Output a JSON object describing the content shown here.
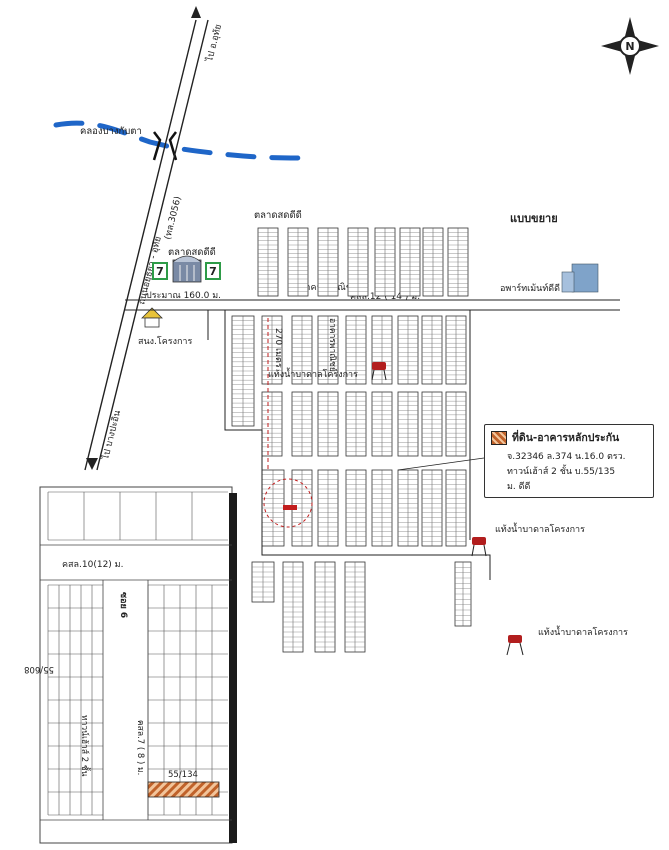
{
  "compass": {
    "letter": "N"
  },
  "roads": {
    "north_direction": "ไป อ.อุทัย",
    "south_direction": "ไป บางปะอิน",
    "highway_name": "ถนนอยุธยา - อุทัย",
    "highway_code": "(ทล.3056)",
    "main_soi": "คสล.12 ( 14 ) ม.",
    "soi_6": "ซอย 6"
  },
  "canal": {
    "label": "คลองบางกับตา"
  },
  "landmarks": {
    "market_top": "ตลาดสดดีดี",
    "market_left": "ตลาดสดดีดี",
    "extension": "แบบขยาย",
    "apartment": "อพาร์ทเม้นท์ดีดี",
    "office": "สนง.โครงการ",
    "commercial": "อาคารพาณิชย์",
    "distance_label": "ประมาณ 160.0 ม.",
    "distance_vertical": "270 เมตร",
    "water_tank_1": "แท้งน้ำบาดาลโครงการ",
    "water_tank_2": "แท้งน้ำบาดาลโครงการ",
    "water_tank_3": "แท้งน้ำบาดาลโครงการ",
    "seven_eleven": "7"
  },
  "legend": {
    "title": "ที่ดิน-อาคารหลักประกัน",
    "line1": "จ.32346  ล.374 น.16.0 ตรว.",
    "line2": "ทาวน์เฮ้าส์ 2 ชั้น บ.55/135",
    "line3": "ม. ดีดี"
  },
  "inset": {
    "road_top": "คสล.10(12) ม.",
    "road_right": "คสล.7 ( 8 ) ม.",
    "soi": "ซอย 6",
    "house_no_1": "55/608",
    "house_no_2": "55/134",
    "building_type": "ทาวน์เฮ้าส์ 2 ชั้น"
  },
  "colors": {
    "canal": "#1f66c8",
    "highlight": "#c0622a",
    "seven": "#2e9b47",
    "marker": "#b21e1e"
  }
}
